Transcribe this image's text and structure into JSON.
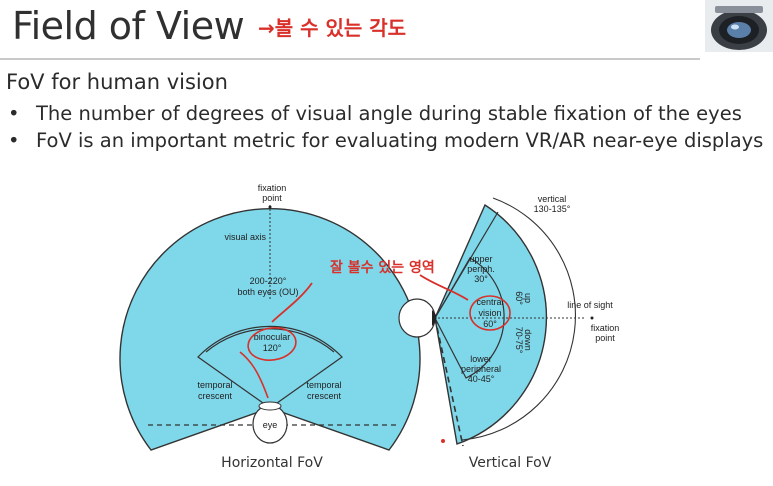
{
  "slide": {
    "title": "Field of View",
    "title_annotation": "→볼 수 있는 각도",
    "subtitle": "FoV for human vision",
    "bullets": [
      "The number of degrees of visual angle during stable fixation of the eyes",
      "FoV is an important metric for evaluating modern VR/AR near-eye displays"
    ],
    "bullet_glyph": "•"
  },
  "horizontal_fov": {
    "fixation_point_label": [
      "fixation",
      "point"
    ],
    "visual_axis_label": "visual axis",
    "both_eyes_label": [
      "200-220°",
      "both eyes (OU)"
    ],
    "binocular_label": [
      "binocular",
      "120°"
    ],
    "temporal_left_label": [
      "temporal",
      "crescent"
    ],
    "temporal_right_label": [
      "temporal",
      "crescent"
    ],
    "eye_label": "eye",
    "caption": "Horizontal FoV"
  },
  "vertical_fov": {
    "vertical_label": [
      "vertical",
      "130-135°"
    ],
    "upper_label": [
      "upper",
      "periph.",
      "30°"
    ],
    "central_label": [
      "central",
      "vision",
      "60°"
    ],
    "lower_label": [
      "lower",
      "peripheral",
      "40-45°"
    ],
    "up_label": [
      "up",
      "60°"
    ],
    "down_label": [
      "down",
      "70-75°"
    ],
    "line_of_sight_label": "line of sight",
    "fixation_point_label": [
      "fixation",
      "point"
    ],
    "caption": "Vertical FoV"
  },
  "handwriting": {
    "region_note": "잘 볼수 있는 영역"
  },
  "colors": {
    "fov_fill": "#7fd7ea",
    "annotation": "#d9302a",
    "outline": "#333333"
  }
}
